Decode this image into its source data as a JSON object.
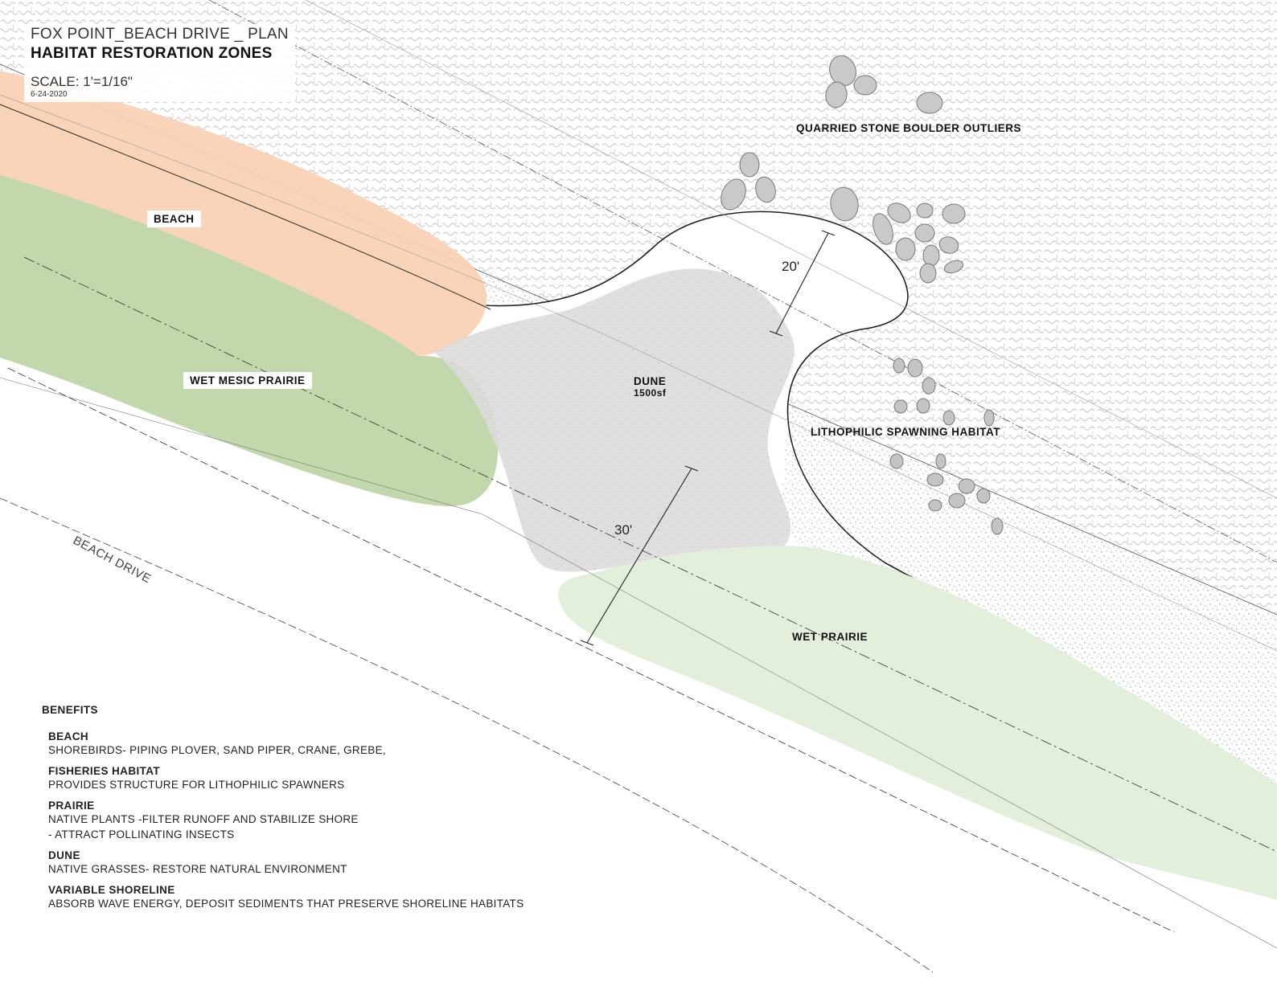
{
  "title": {
    "plan": "FOX POINT_BEACH DRIVE _ PLAN",
    "subtitle": "HABITAT RESTORATION ZONES",
    "scale": "SCALE: 1'=1/16\"",
    "date": "6-24-2020"
  },
  "zones": {
    "beach": "BEACH",
    "wet_mesic_prairie": "WET MESIC PRAIRIE",
    "dune": "DUNE",
    "dune_area": "1500sf",
    "wet_prairie": "WET PRAIRIE",
    "quarried_stone": "QUARRIED STONE BOULDER OUTLIERS",
    "lithophilic": "LITHOPHILIC SPAWNING HABITAT"
  },
  "dimensions": {
    "shoreline_width": "20'",
    "dune_width": "30'"
  },
  "road": "BEACH DRIVE",
  "benefits": {
    "heading": "BENEFITS",
    "items": [
      {
        "title": "BEACH",
        "lines": [
          "SHOREBIRDS- PIPING PLOVER, SAND PIPER, CRANE, GREBE,"
        ]
      },
      {
        "title": "FISHERIES HABITAT",
        "lines": [
          "PROVIDES STRUCTURE FOR LITHOPHILIC SPAWNERS"
        ]
      },
      {
        "title": "PRAIRIE",
        "lines": [
          "NATIVE PLANTS -FILTER RUNOFF AND STABILIZE SHORE",
          "- ATTRACT POLLINATING INSECTS"
        ]
      },
      {
        "title": "DUNE",
        "lines": [
          "NATIVE GRASSES- RESTORE NATURAL ENVIRONMENT"
        ]
      },
      {
        "title": "VARIABLE SHORELINE",
        "lines": [
          "ABSORB WAVE ENERGY, DEPOSIT SEDIMENTS THAT PRESERVE SHORELINE HABITATS"
        ]
      }
    ]
  },
  "colors": {
    "beach": "#f9d2b4",
    "wet_mesic_prairie": "#c2d7ab",
    "wet_prairie": "#e3efda",
    "dune": "#dddadb",
    "stone": "#c9c9c9"
  }
}
